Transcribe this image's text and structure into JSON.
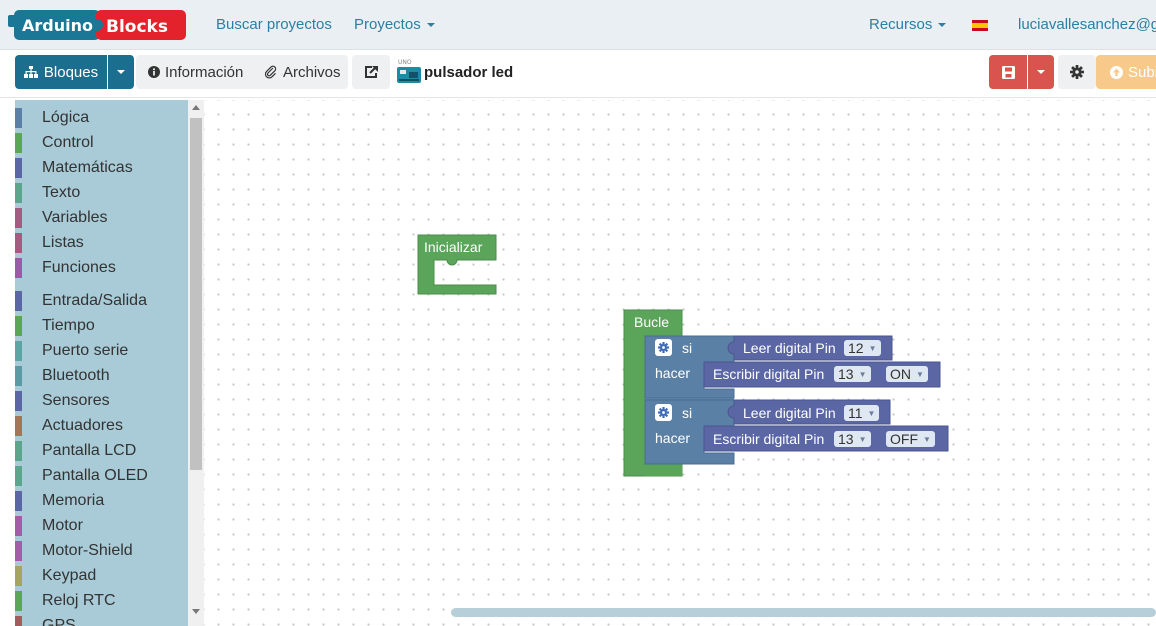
{
  "navbar": {
    "logo_text_1": "Arduino",
    "logo_text_2": "Blocks",
    "search_projects": "Buscar proyectos",
    "projects": "Proyectos",
    "resources": "Recursos",
    "user_email": "luciavallesanchez@gm"
  },
  "toolbar": {
    "blocks_label": "Bloques",
    "info_label": "Información",
    "files_label": "Archivos",
    "board_label": "UNO",
    "project_name": "pulsador led",
    "upload_label": "Subir"
  },
  "sidebar": {
    "categories": [
      {
        "label": "Lógica",
        "color": "#5b80a5"
      },
      {
        "label": "Control",
        "color": "#5ba55b"
      },
      {
        "label": "Matemáticas",
        "color": "#5b67a5"
      },
      {
        "label": "Texto",
        "color": "#5ba58c"
      },
      {
        "label": "Variables",
        "color": "#a55b80"
      },
      {
        "label": "Listas",
        "color": "#a55b80"
      },
      {
        "label": "Funciones",
        "color": "#995ba5"
      },
      {
        "label": "Entrada/Salida",
        "color": "#5b67a5"
      },
      {
        "label": "Tiempo",
        "color": "#5ba55b"
      },
      {
        "label": "Puerto serie",
        "color": "#5ba5a5"
      },
      {
        "label": "Bluetooth",
        "color": "#5b99a5"
      },
      {
        "label": "Sensores",
        "color": "#5b67a5"
      },
      {
        "label": "Actuadores",
        "color": "#a5745b"
      },
      {
        "label": "Pantalla LCD",
        "color": "#5ba58c"
      },
      {
        "label": "Pantalla OLED",
        "color": "#5ba58c"
      },
      {
        "label": "Memoria",
        "color": "#5b67a5"
      },
      {
        "label": "Motor",
        "color": "#a55ba5"
      },
      {
        "label": "Motor-Shield",
        "color": "#a55ba5"
      },
      {
        "label": "Keypad",
        "color": "#a5a55b"
      },
      {
        "label": "Reloj RTC",
        "color": "#5ba55b"
      },
      {
        "label": "GPS",
        "color": "#a55b5b"
      }
    ]
  },
  "workspace": {
    "init_block": "Inicializar",
    "loop_block": "Bucle",
    "if_1": {
      "if_label": "si",
      "then_label": "hacer",
      "read_label": "Leer digital Pin",
      "read_pin": "12",
      "write_label": "Escribir digital Pin",
      "write_pin": "13",
      "write_state": "ON"
    },
    "if_2": {
      "if_label": "si",
      "then_label": "hacer",
      "read_label": "Leer digital Pin",
      "read_pin": "11",
      "write_label": "Escribir digital Pin",
      "write_pin": "13",
      "write_state": "OFF"
    }
  },
  "colors": {
    "primary": "#1b6e8e",
    "save": "#d9534f",
    "upload": "#f7c98a",
    "green_block": "#5ba55b",
    "control_block": "#5b80a5",
    "io_block": "#5b67a5",
    "sidebar_bg": "#a8cbd7"
  }
}
